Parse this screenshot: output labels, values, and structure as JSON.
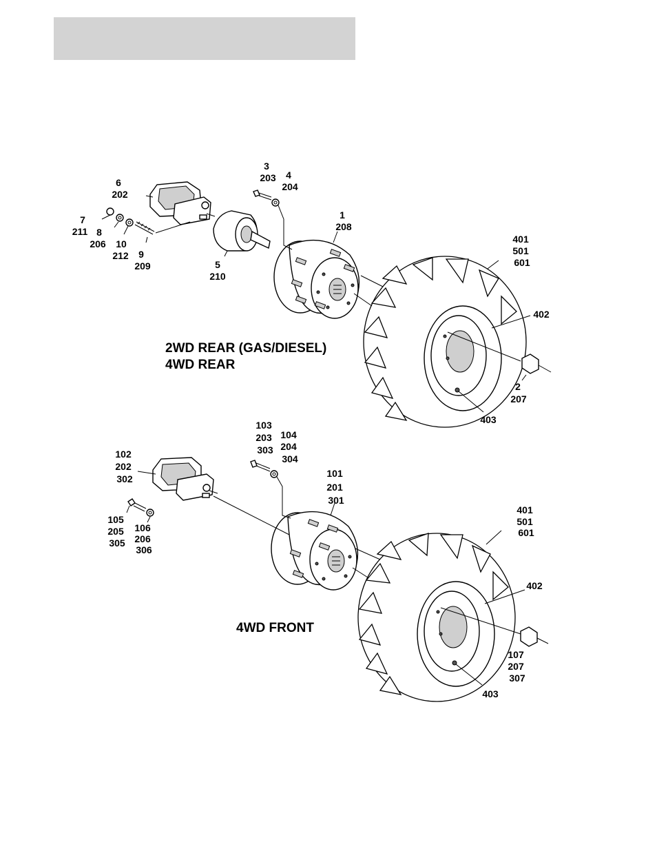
{
  "diagram": {
    "rear_title_line1": "2WD REAR (GAS/DIESEL)",
    "rear_title_line2": "4WD REAR",
    "front_title": "4WD FRONT",
    "rear_callouts": {
      "c6": [
        "6",
        "202"
      ],
      "c3": [
        "3",
        "203"
      ],
      "c4": [
        "4",
        "204"
      ],
      "c1": [
        "1",
        "208"
      ],
      "c7": [
        "7",
        "211"
      ],
      "c8": [
        "8",
        "206"
      ],
      "c10": [
        "10",
        "212"
      ],
      "c9": [
        "9",
        "209"
      ],
      "c5": [
        "5",
        "210"
      ],
      "c401": [
        "401",
        "501",
        "601"
      ],
      "c402": [
        "402"
      ],
      "c2": [
        "2",
        "207"
      ],
      "c403": [
        "403"
      ]
    },
    "front_callouts": {
      "c103": [
        "103",
        "203",
        "303"
      ],
      "c104": [
        "104",
        "204",
        "304"
      ],
      "c102": [
        "102",
        "202",
        "302"
      ],
      "c101": [
        "101",
        "201",
        "301"
      ],
      "c105": [
        "105",
        "205",
        "305"
      ],
      "c106": [
        "106",
        "206",
        "306"
      ],
      "c401": [
        "401",
        "501",
        "601"
      ],
      "c402": [
        "402"
      ],
      "c107": [
        "107",
        "207",
        "307"
      ],
      "c403": [
        "403"
      ]
    }
  }
}
